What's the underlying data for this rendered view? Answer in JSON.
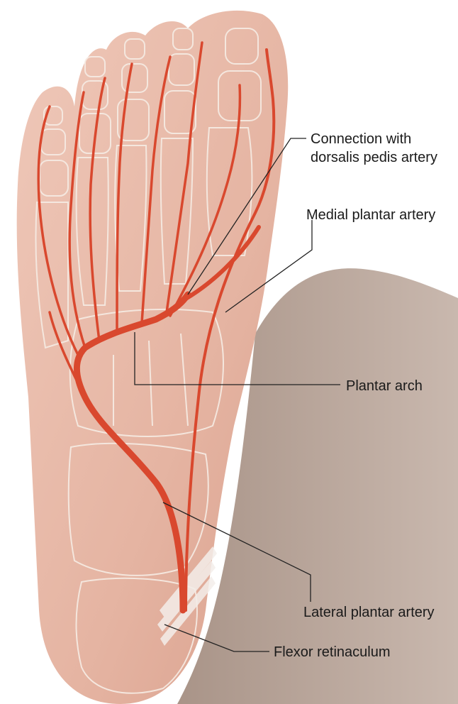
{
  "figure": {
    "labels": {
      "connection_line1": "Connection with",
      "connection_line2": "dorsalis pedis artery",
      "medial_plantar": "Medial plantar artery",
      "plantar_arch": "Plantar arch",
      "lateral_plantar": "Lateral plantar artery",
      "flexor_retinaculum": "Flexor retinaculum"
    },
    "colors": {
      "skin": "#e7b9a9",
      "skin_shadow": "#d9a391",
      "bone_outline": "#f6ece4",
      "artery": "#d9482e",
      "background_leg": "#b9a69c",
      "leader_line": "#222222"
    }
  }
}
